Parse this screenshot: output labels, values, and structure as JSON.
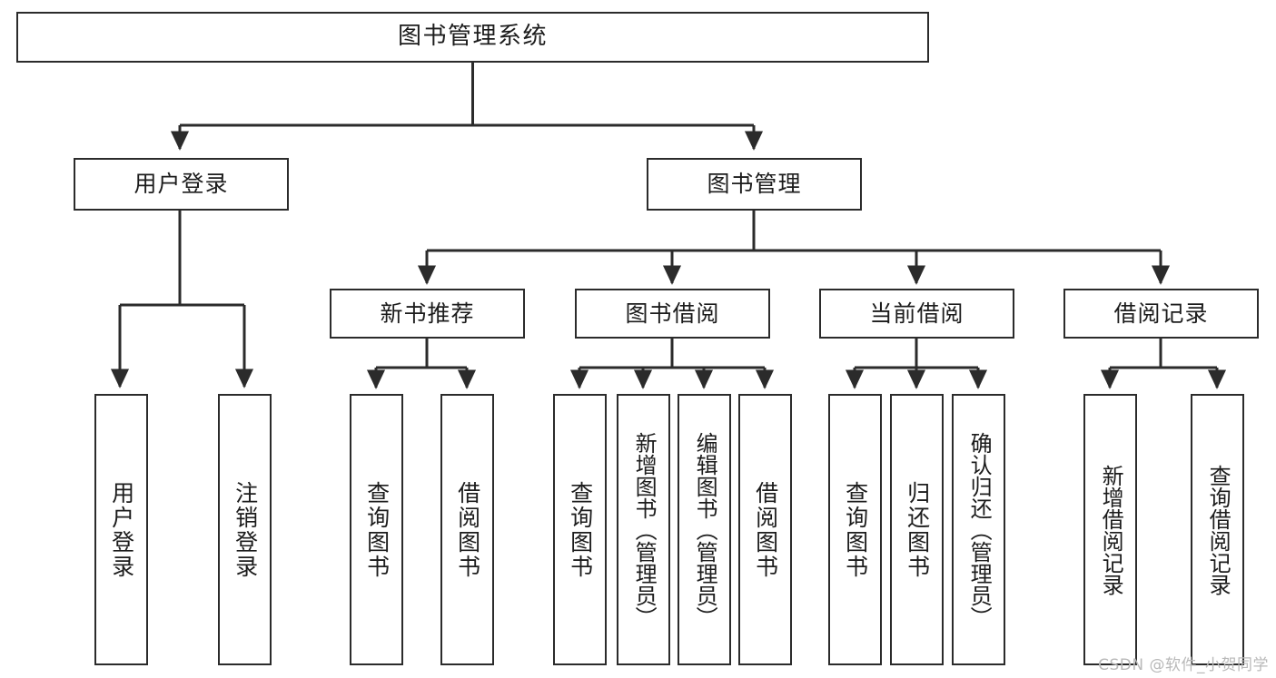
{
  "diagram": {
    "title": "图书管理系统",
    "type": "hierarchy-tree",
    "orientation": "top-down",
    "background_color": "#ffffff",
    "node_border_color": "#2b2b2b",
    "node_fill_color": "#ffffff",
    "edge_color": "#2b2b2b",
    "text_color": "#1c1c1c"
  },
  "nodes": {
    "root": {
      "label": "图书管理系统",
      "level": 0
    },
    "level1": [
      {
        "id": "user-login",
        "label": "用户登录",
        "level": 1
      },
      {
        "id": "book-manage",
        "label": "图书管理",
        "level": 1
      }
    ],
    "level2": [
      {
        "id": "new-book-recommend",
        "label": "新书推荐",
        "level": 2,
        "parent": "book-manage"
      },
      {
        "id": "book-borrow",
        "label": "图书借阅",
        "level": 2,
        "parent": "book-manage"
      },
      {
        "id": "current-borrow",
        "label": "当前借阅",
        "level": 2,
        "parent": "book-manage"
      },
      {
        "id": "borrow-record",
        "label": "借阅记录",
        "level": 2,
        "parent": "book-manage"
      }
    ],
    "leaves": [
      {
        "id": "leaf-user-login",
        "label": "用户登录",
        "parent": "user-login"
      },
      {
        "id": "leaf-user-logout",
        "label": "注销登录",
        "parent": "user-login"
      },
      {
        "id": "leaf-query-book-1",
        "label": "查询图书",
        "parent": "new-book-recommend"
      },
      {
        "id": "leaf-borrow-book-1",
        "label": "借阅图书",
        "parent": "new-book-recommend"
      },
      {
        "id": "leaf-query-book-2",
        "label": "查询图书",
        "parent": "book-borrow"
      },
      {
        "id": "leaf-add-book",
        "label": "新增图书（管理员）",
        "parent": "book-borrow"
      },
      {
        "id": "leaf-edit-book",
        "label": "编辑图书（管理员）",
        "parent": "book-borrow"
      },
      {
        "id": "leaf-borrow-book-2",
        "label": "借阅图书",
        "parent": "book-borrow"
      },
      {
        "id": "leaf-query-book-3",
        "label": "查询图书",
        "parent": "current-borrow"
      },
      {
        "id": "leaf-return-book",
        "label": "归还图书",
        "parent": "current-borrow"
      },
      {
        "id": "leaf-confirm-return",
        "label": "确认归还（管理员）",
        "parent": "current-borrow"
      },
      {
        "id": "leaf-add-record",
        "label": "新增借阅记录",
        "parent": "borrow-record"
      },
      {
        "id": "leaf-query-record",
        "label": "查询借阅记录",
        "parent": "borrow-record"
      }
    ]
  },
  "watermark": {
    "text": "CSDN @软件_小贺同学"
  }
}
